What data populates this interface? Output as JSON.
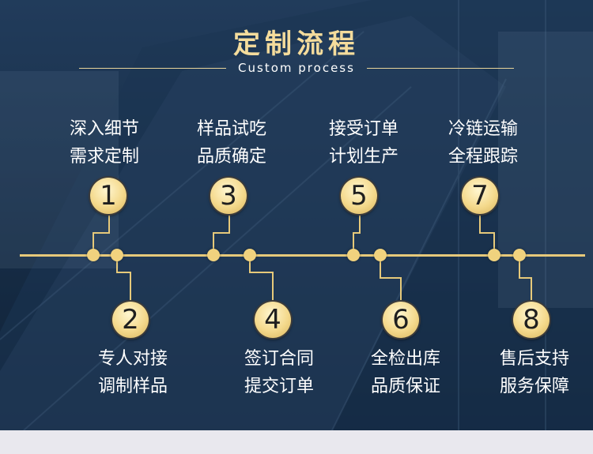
{
  "header": {
    "title": "定制流程",
    "subtitle": "Custom process"
  },
  "steps": [
    {
      "number": "1",
      "line1": "深入细节",
      "line2": "需求定制"
    },
    {
      "number": "2",
      "line1": "专人对接",
      "line2": "调制样品"
    },
    {
      "number": "3",
      "line1": "样品试吃",
      "line2": "品质确定"
    },
    {
      "number": "4",
      "line1": "签订合同",
      "line2": "提交订单"
    },
    {
      "number": "5",
      "line1": "接受订单",
      "line2": "计划生产"
    },
    {
      "number": "6",
      "line1": "全检出库",
      "line2": "品质保证"
    },
    {
      "number": "7",
      "line1": "冷链运输",
      "line2": "全程跟踪"
    },
    {
      "number": "8",
      "line1": "售后支持",
      "line2": "服务保障"
    }
  ],
  "colors": {
    "accent": "#f0d27e",
    "background": "#1a3252",
    "text": "#ffffff"
  }
}
